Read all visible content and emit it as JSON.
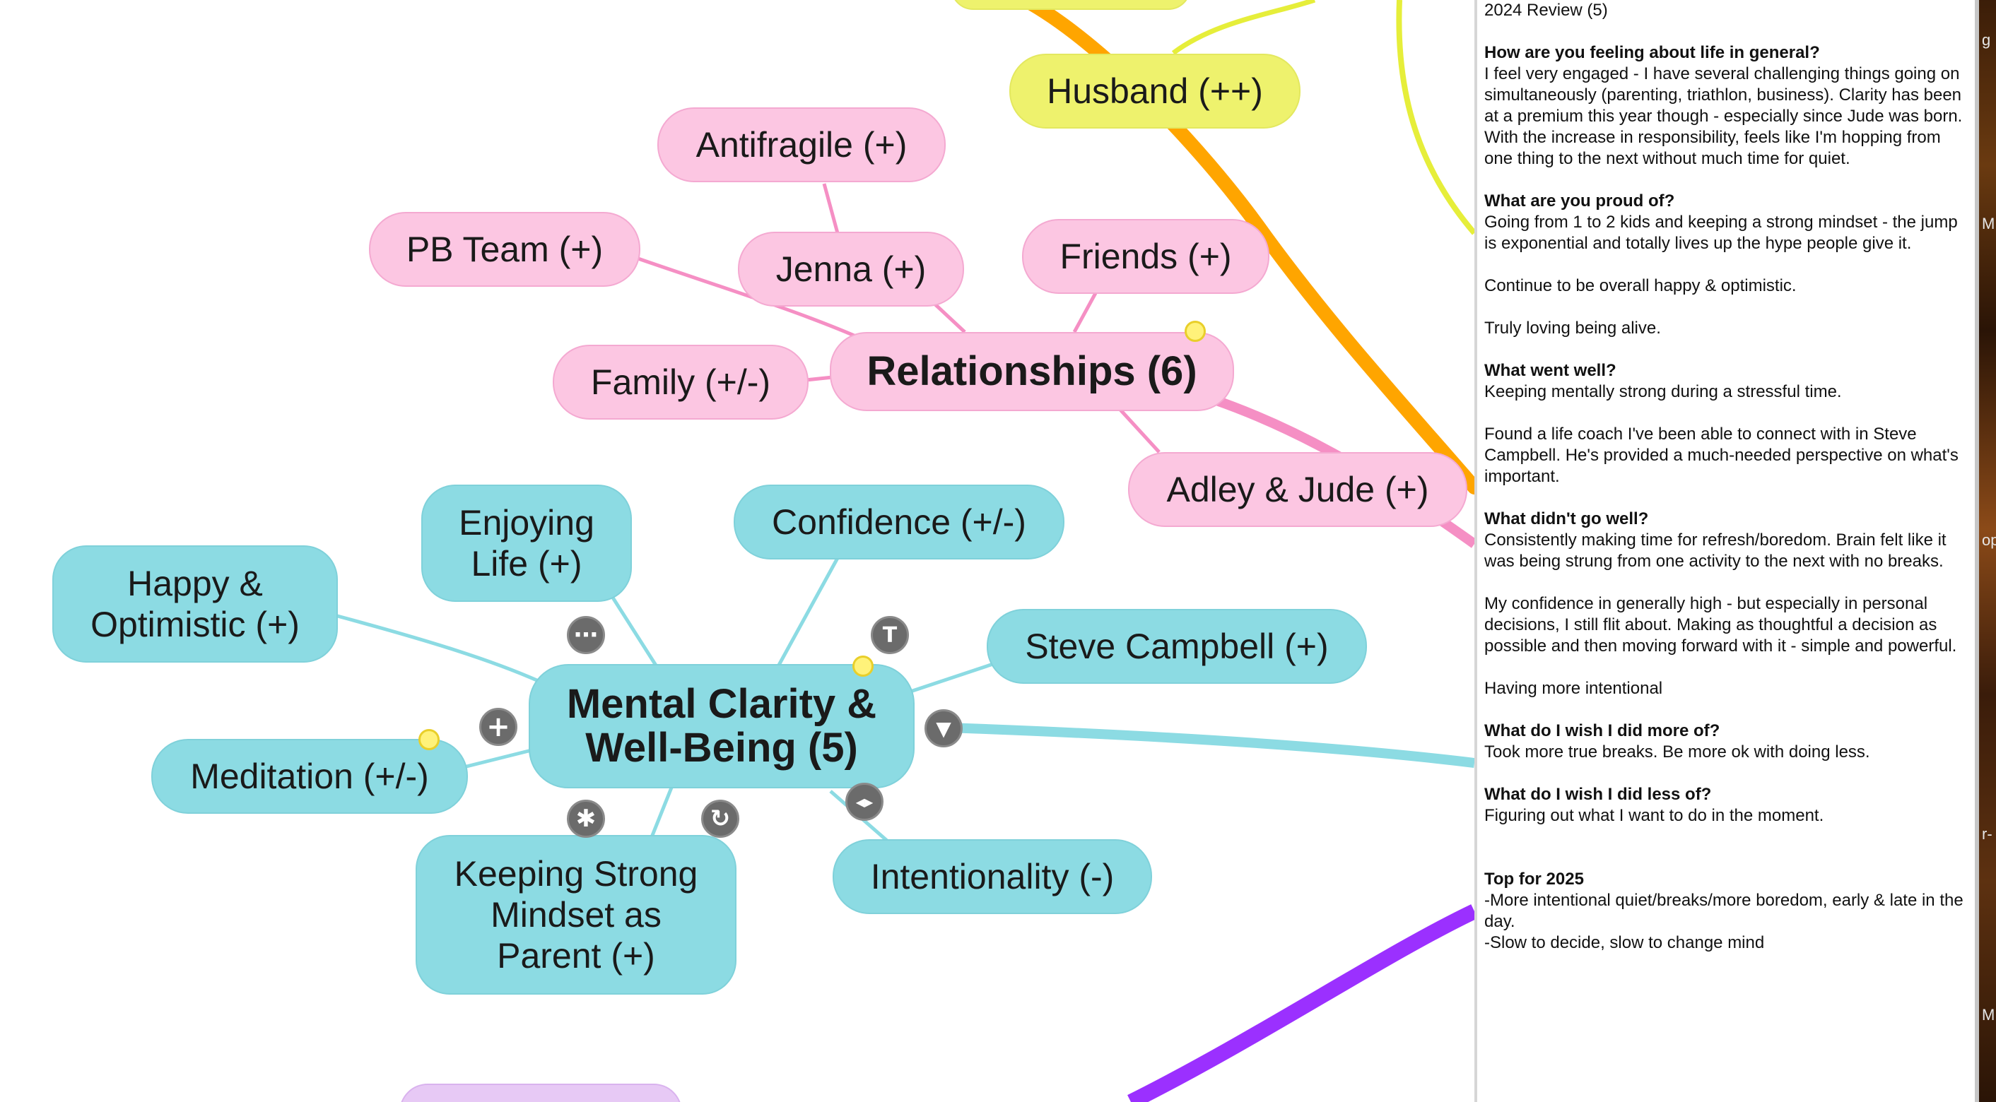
{
  "mindmap": {
    "nodes": {
      "husband": "Husband (++)",
      "antifragile": "Antifragile (+)",
      "pb_team": "PB Team (+)",
      "jenna": "Jenna (+)",
      "friends": "Friends (+)",
      "family": "Family (+/-)",
      "relationships": "Relationships (6)",
      "adley_jude": "Adley & Jude (+)",
      "enjoying_life": "Enjoying\nLife (+)",
      "confidence": "Confidence (+/-)",
      "happy_optimistic": "Happy &\nOptimistic (+)",
      "steve_campbell": "Steve Campbell (+)",
      "mental_clarity": "Mental Clarity &\nWell-Being (5)",
      "meditation": "Meditation (+/-)",
      "keeping_strong": "Keeping Strong\nMindset as\nParent (+)",
      "intentionality": "Intentionality (-)"
    },
    "controls": {
      "more_icon": "⋯",
      "text_icon": "T",
      "add_icon": "+",
      "collapse_icon": "▼",
      "star_icon": "✱",
      "rotate_icon": "↻",
      "resize_icon": "◀▶"
    },
    "colors": {
      "pink": "#fcc6e2",
      "cyan": "#8cdbe3",
      "yellow": "#eef26d",
      "orange_branch": "#ffa500",
      "purple_branch": "#9b30ff"
    }
  },
  "notes": {
    "title": "2024 Review (5)",
    "sections": [
      {
        "q": "How are you feeling about life in general?",
        "a": "I feel very engaged - I have several challenging things going on simultaneously (parenting, triathlon, business). Clarity has been at a premium this year though - especially since Jude was born. With the increase in responsibility, feels like I'm hopping from one thing to the next without much time for quiet."
      },
      {
        "q": "What are you proud of?",
        "a": "Going from 1 to 2 kids and keeping a strong mindset - the jump is exponential and totally lives up the hype people give it."
      },
      {
        "q": "",
        "a": "Continue to be overall happy & optimistic."
      },
      {
        "q": "",
        "a": "Truly loving being alive."
      },
      {
        "q": "What went well?",
        "a": "Keeping mentally strong during a stressful time."
      },
      {
        "q": "",
        "a": "Found a life coach I've been able to connect with in Steve Campbell. He's provided a much-needed perspective on what's important."
      },
      {
        "q": "What didn't go well?",
        "a": "Consistently making time for refresh/boredom. Brain felt like it was being strung from one activity to the next with no breaks."
      },
      {
        "q": "",
        "a": "My confidence in generally high - but especially in personal decisions, I still flit about. Making as thoughtful a decision as possible and then moving forward with it - simple and powerful."
      },
      {
        "q": "",
        "a": "Having more intentional"
      },
      {
        "q": "What do I wish I did more of?",
        "a": "Took more true breaks. Be more ok with doing less."
      },
      {
        "q": "What do I wish I did less of?",
        "a": "Figuring out what I want to do in the moment."
      }
    ],
    "top_title": "Top for 2025",
    "top_items": [
      "-More intentional quiet/breaks/more boredom, early & late in the day.",
      "-Slow to decide, slow to change mind"
    ]
  },
  "edge_letters": [
    "g",
    "M",
    "op",
    "r-",
    "M"
  ]
}
